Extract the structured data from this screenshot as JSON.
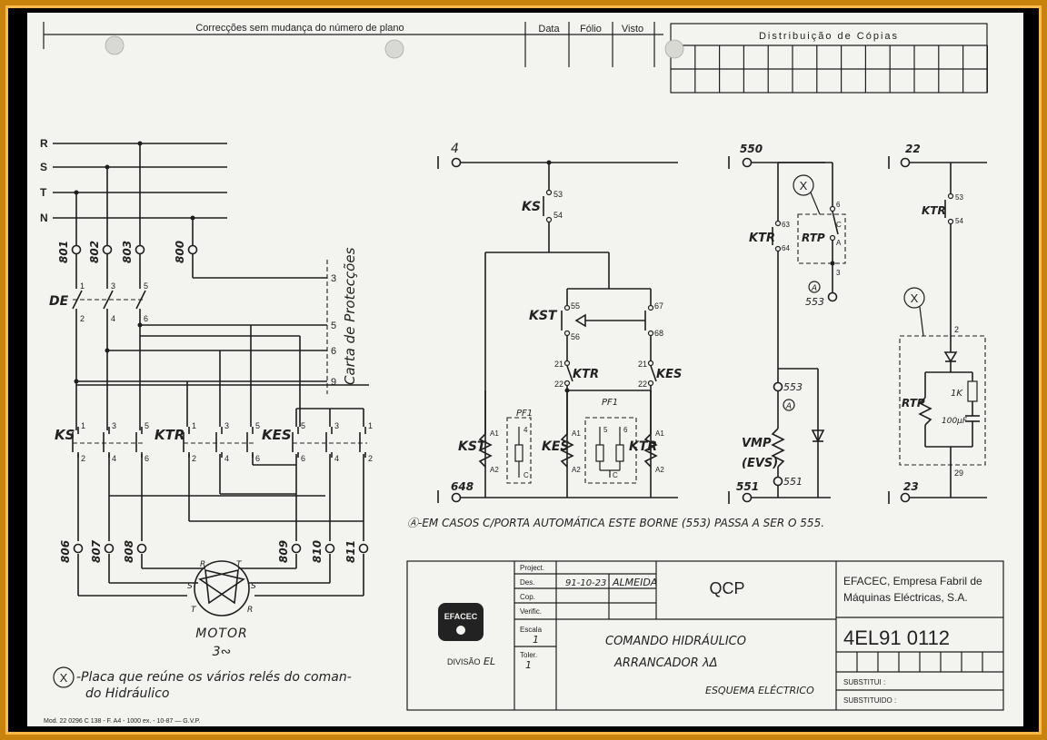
{
  "header": {
    "corrections": "Correcções sem mudança do número de plano",
    "date": "Data",
    "folio": "Fólio",
    "visto": "Visto",
    "copies": "Distribuição de Cópias"
  },
  "power": {
    "phases": [
      "R",
      "S",
      "T",
      "N"
    ],
    "terminals_top": [
      "801",
      "802",
      "803",
      "800"
    ],
    "de_label": "DE",
    "de_pins_top": [
      "1",
      "3",
      "5"
    ],
    "de_pins_bottom": [
      "2",
      "4",
      "6"
    ],
    "card_label": "Carta de Protecções",
    "card_terminals": [
      "3",
      "5",
      "6",
      "9"
    ],
    "contactors": [
      "KS",
      "KTR",
      "KES"
    ],
    "contact_pins_top": [
      "1",
      "3",
      "5"
    ],
    "contact_pins_bottom": [
      "2",
      "4",
      "6"
    ],
    "kes_pins_top": [
      "5",
      "3",
      "1"
    ],
    "kes_pins_bottom": [
      "6",
      "4",
      "2"
    ],
    "terminals_bottom": [
      "806",
      "807",
      "808",
      "809",
      "810",
      "811"
    ],
    "motor_terminals": [
      "R",
      "T",
      "S",
      "S",
      "T",
      "R"
    ],
    "motor_label": "MOTOR",
    "motor_phase": "3∾"
  },
  "circuit1": {
    "top_terminal": "4",
    "ks": "KS",
    "ks_pins": [
      "53",
      "54"
    ],
    "kst": "KST",
    "kst_pins": [
      "55",
      "56"
    ],
    "kes_pins": [
      "67",
      "68"
    ],
    "ktr": "KTR",
    "ktr_pins": [
      "21",
      "22"
    ],
    "kes": "KES",
    "kes2_pins": [
      "21",
      "22"
    ],
    "coils": [
      "KST",
      "KES",
      "KTR"
    ],
    "coil_pins": [
      "A1",
      "A2"
    ],
    "pf1": "PF1",
    "pf_pins": [
      "4",
      "5",
      "6",
      "C"
    ],
    "bottom_terminal": "648"
  },
  "circuit2": {
    "top_terminal": "550",
    "ktr": "KTR",
    "ktr_pins": [
      "63",
      "64"
    ],
    "rtp": "RTP",
    "rtp_pins": [
      "6",
      "C",
      "A",
      "3"
    ],
    "circle_a": "A",
    "t553": "553",
    "vmp": "VMP",
    "evs": "(EVS)",
    "bottom_terminal": "551",
    "t551": "551",
    "x_mark": "X"
  },
  "circuit3": {
    "top_terminal": "22",
    "ktr": "KTR",
    "ktr_pins": [
      "53",
      "54"
    ],
    "x_mark": "X",
    "pin2": "2",
    "rtp": "RTP",
    "resistor": "1K",
    "capacitor": "100μF",
    "pin29": "29",
    "bottom_terminal": "23"
  },
  "note_a": "Ⓐ-EM CASOS C/PORTA AUTOMÁTICA ESTE BORNE (553) PASSA A SER O 555.",
  "legend_x": "X",
  "legend": [
    "-Placa que reúne os vários relés do coman-",
    "do Hidráulico"
  ],
  "titleblock": {
    "rows": [
      "Project.",
      "Des.",
      "Cop.",
      "Verific.",
      "Escala",
      "Toler."
    ],
    "des_date": "91-10-23",
    "des_name": "ALMEIDA",
    "escala_value": "1",
    "toler_value": "1",
    "logo": "EFACEC",
    "divisao": "DIVISÃO",
    "divisao_code": "EL",
    "project_code": "QCP",
    "title_line1": "COMANDO HIDRÁULICO",
    "title_line2": "ARRANCADOR λΔ",
    "subtitle": "ESQUEMA ELÉCTRICO",
    "company_line1": "EFACEC, Empresa Fabril de",
    "company_line2": "Máquinas Eléctricas, S.A.",
    "drawing_number": "4EL91 0112",
    "substitui": "SUBSTITUI :",
    "substituido": "SUBSTITUIDO :"
  },
  "footer": "Mod. 22 0296 C 138 - F. A4 - 1000 ex. - 10-87 — G.V.P."
}
